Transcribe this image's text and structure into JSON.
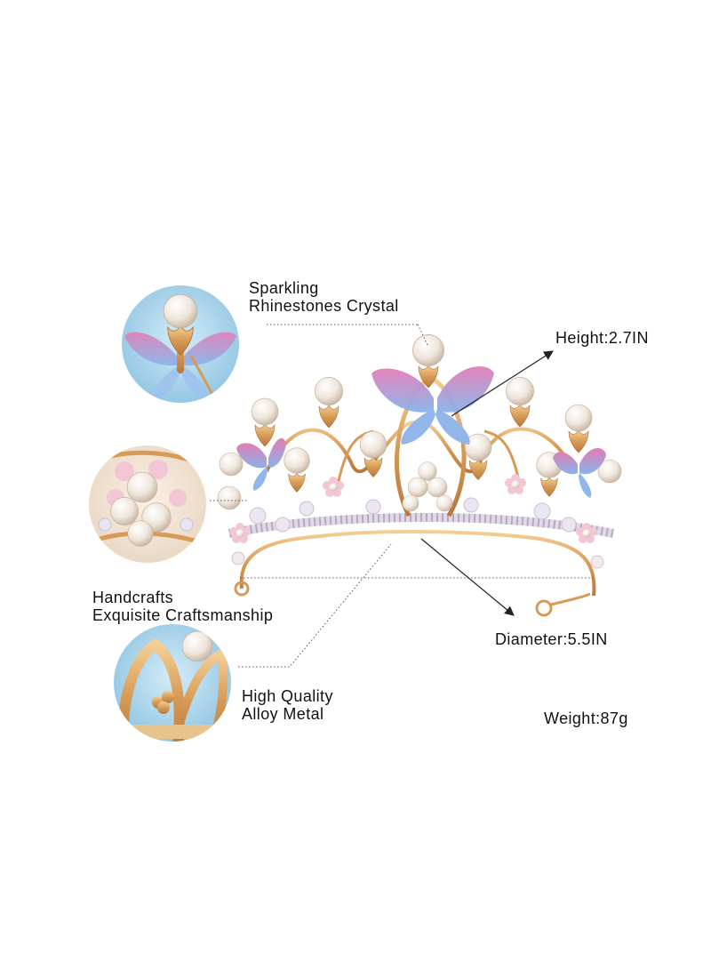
{
  "colors": {
    "background": "#ffffff",
    "text": "#111111",
    "gold": "#d9a15f",
    "pearl": "#f6f1ea",
    "butterfly_pink": "#e58fbf",
    "butterfly_blue": "#8fb5e8",
    "circle_blue": "#a9d2ea",
    "crystal": "#e9e4f2",
    "pink_bead": "#f3c6d6"
  },
  "icons": {
    "detail_1": "butterfly-pearl-closeup",
    "detail_2": "pearl-flower-closeup",
    "detail_3": "alloy-metal-closeup",
    "product": "butterfly-pearl-tiara"
  },
  "features": {
    "sparkling": {
      "line1": "Sparkling",
      "line2": "Rhinestones Crystal"
    },
    "handcrafts": {
      "line1": "Handcrafts",
      "line2": "Exquisite Craftsmanship"
    },
    "quality": {
      "line1": "High Quality",
      "line2": "Alloy Metal"
    }
  },
  "specs": {
    "height": "Height:2.7IN",
    "diameter": "Diameter:5.5IN",
    "weight": "Weight:87g"
  }
}
